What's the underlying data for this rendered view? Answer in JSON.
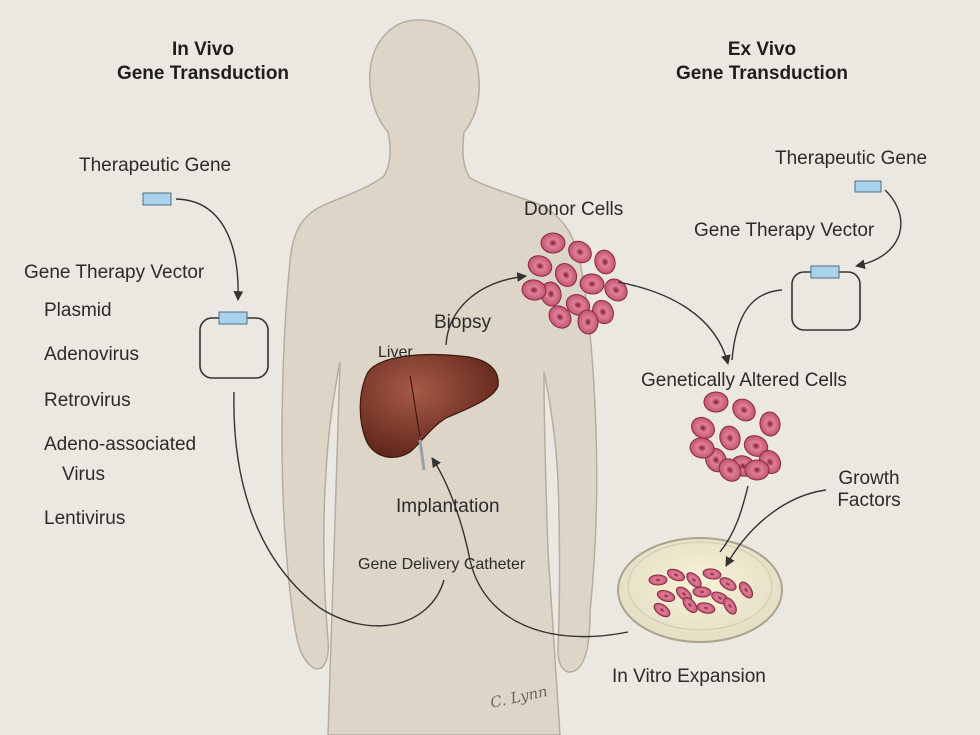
{
  "headings": {
    "in_vivo_line1": "In Vivo",
    "in_vivo_line2": "Gene Transduction",
    "ex_vivo_line1": "Ex Vivo",
    "ex_vivo_line2": "Gene Transduction"
  },
  "in_vivo": {
    "therapeutic_gene": "Therapeutic Gene",
    "vector_label": "Gene Therapy Vector",
    "vector_types": [
      "Plasmid",
      "Adenovirus",
      "Retrovirus",
      "Adeno-associated",
      "Virus",
      "Lentivirus"
    ]
  },
  "ex_vivo": {
    "therapeutic_gene": "Therapeutic Gene",
    "vector_label": "Gene Therapy Vector",
    "altered_cells": "Genetically Altered Cells",
    "growth_factors_line1": "Growth",
    "growth_factors_line2": "Factors",
    "expansion": "In Vitro Expansion"
  },
  "body": {
    "donor_cells": "Donor Cells",
    "biopsy": "Biopsy",
    "liver": "Liver",
    "implantation": "Implantation",
    "catheter": "Gene Delivery Catheter"
  },
  "signature": "C. Lynn",
  "colors": {
    "background": "#ebe8e1",
    "body_fill": "#ddd6c8",
    "liver": "#7a3a2c",
    "cell": "#c9607c",
    "gene_box": "#a9d3ea"
  }
}
